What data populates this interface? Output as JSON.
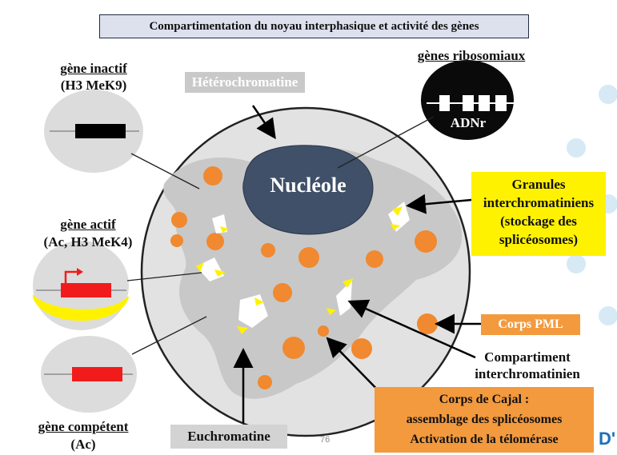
{
  "title": "Compartimentation du noyau interphasique et activité des gènes",
  "labels": {
    "gene_inactif": "gène inactif",
    "gene_inactif_mark": "(H3 MeK9)",
    "genes_ribosomiaux": "gènes ribosomiaux",
    "adnr": "ADNr",
    "heterochromatine": "Hétérochromatine",
    "nucleole": "Nucléole",
    "gene_actif": "gène actif",
    "gene_actif_mark": "(Ac, H3 MeK4)",
    "granules_1": "Granules",
    "granules_2": "interchromatiniens",
    "granules_3": "(stockage des",
    "granules_4": "splicéosomes)",
    "corps_pml": "Corps PML",
    "compartiment_1": "Compartiment",
    "compartiment_2": "interchromatinien",
    "cajal_1": "Corps de Cajal :",
    "cajal_2": "assemblage des splicéosomes",
    "cajal_3": "Activation de la télomérase",
    "gene_competent": "gène compétent",
    "gene_competent_mark": "(Ac)",
    "euchromatine": "Euchromatine",
    "slide_number": "76",
    "edge_logo": "D'"
  },
  "colors": {
    "nucleus_fill": "#e2e2e2",
    "heterochromatin": "#c8c8c8",
    "nucleolus": "#3f5068",
    "orange_body": "#f0892f",
    "yellow": "#fff200",
    "red_gene": "#f21b1b"
  }
}
